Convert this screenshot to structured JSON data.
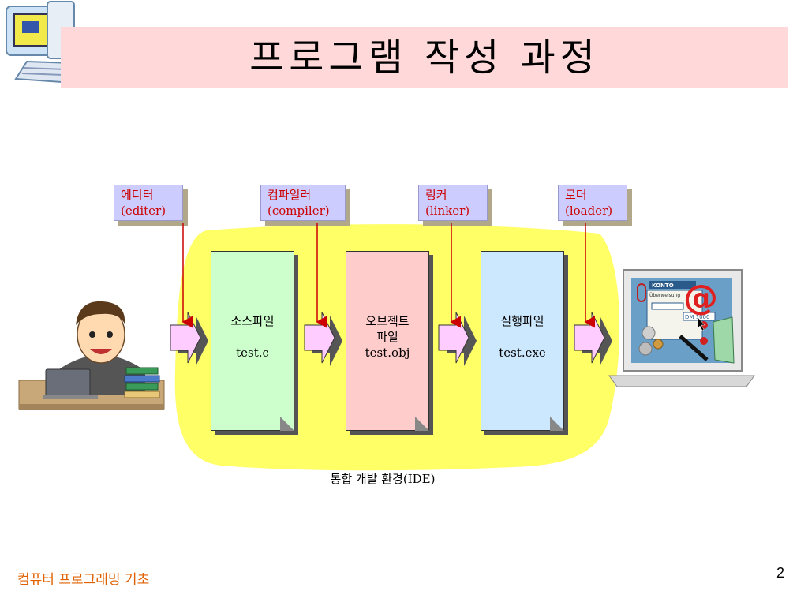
{
  "slide": {
    "title": "프로그램 작성 과정",
    "footer": "컴퓨터 프로그래밍 기초",
    "page_number": "2"
  },
  "tools": [
    {
      "name": "에디터",
      "en": "(editer)"
    },
    {
      "name": "컴파일러",
      "en": "(compiler)"
    },
    {
      "name": "링커",
      "en": "(linker)"
    },
    {
      "name": "로더",
      "en": "(loader)"
    }
  ],
  "files": [
    {
      "lines": [
        "소스파일",
        "",
        "test.c"
      ],
      "color": "#ccffcc"
    },
    {
      "lines": [
        "오브젝트",
        "파일",
        "test.obj"
      ],
      "color": "#ffcccc"
    },
    {
      "lines": [
        "실행파일",
        "",
        "test.exe"
      ],
      "color": "#cce8ff"
    }
  ],
  "ide_label": "통합 개발 환경(IDE)",
  "screen": {
    "header": "KONTO",
    "sub": "Überweisung",
    "amount": "DM 1000"
  },
  "colors": {
    "title_bg": "#ffd9d9",
    "ide_bg": "#ffff66",
    "arrow_fill": "#ffccff",
    "pointer": "#cc0000",
    "footer": "#e06000"
  }
}
